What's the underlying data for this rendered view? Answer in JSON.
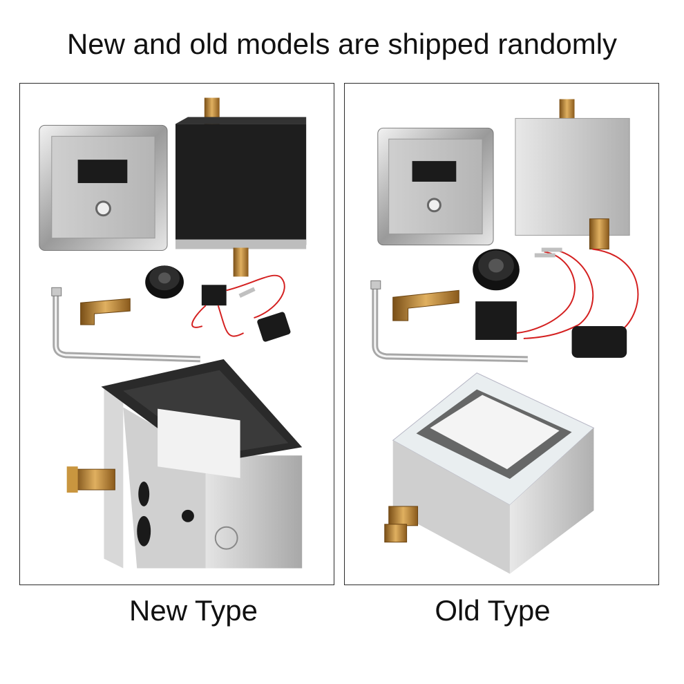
{
  "headline": "New and old models are shipped randomly",
  "captions": {
    "new_type": "New Type",
    "old_type": "Old Type"
  },
  "colors": {
    "chrome": "#c9c9c9",
    "steel": "#b8b8b8",
    "brass": "#b07a2c",
    "black": "#1a1a1a",
    "wire_red": "#d42020",
    "frame": "#2a2a2a"
  }
}
